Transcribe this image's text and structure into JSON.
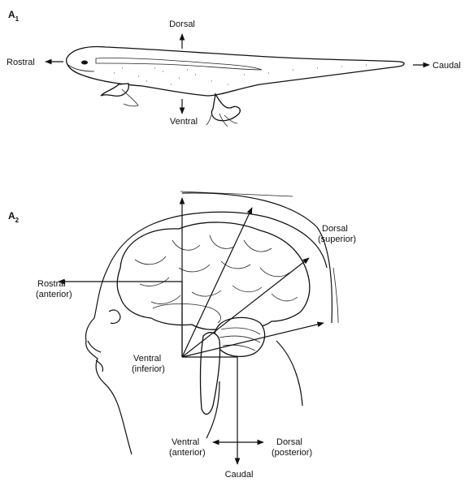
{
  "panels": {
    "a1": {
      "letter": "A",
      "sub": "1"
    },
    "a2": {
      "letter": "A",
      "sub": "2"
    }
  },
  "salamander": {
    "dorsal": "Dorsal",
    "ventral": "Ventral",
    "rostral": "Rostral",
    "caudal": "Caudal"
  },
  "brain": {
    "rostral": [
      "Rostral",
      "(anterior)"
    ],
    "dorsal_superior": [
      "Dorsal",
      "(superior)"
    ],
    "ventral_inferior": [
      "Ventral",
      "(inferior)"
    ],
    "ventral_anterior": [
      "Ventral",
      "(anterior)"
    ],
    "dorsal_posterior": [
      "Dorsal",
      "(posterior)"
    ],
    "caudal": "Caudal"
  },
  "colors": {
    "ink": "#111111",
    "background": "#ffffff"
  }
}
